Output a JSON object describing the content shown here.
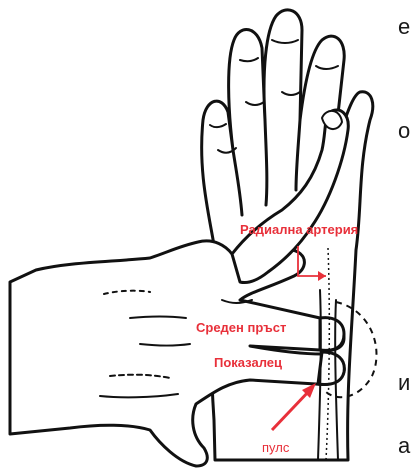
{
  "edge_text": [
    {
      "id": "e1",
      "text": "е"
    },
    {
      "id": "e2",
      "text": "о"
    },
    {
      "id": "e3",
      "text": "и"
    },
    {
      "id": "e4",
      "text": "а"
    }
  ],
  "labels": {
    "radial_artery": "Радиална артерия",
    "middle_finger": "Среден пръст",
    "index_finger": "Показалец",
    "pulse": "пулс"
  },
  "colors": {
    "annotation": "#e8303a",
    "line_art": "#111111",
    "background": "#ffffff"
  },
  "icons": {
    "arrow": "red-arrow-icon"
  }
}
